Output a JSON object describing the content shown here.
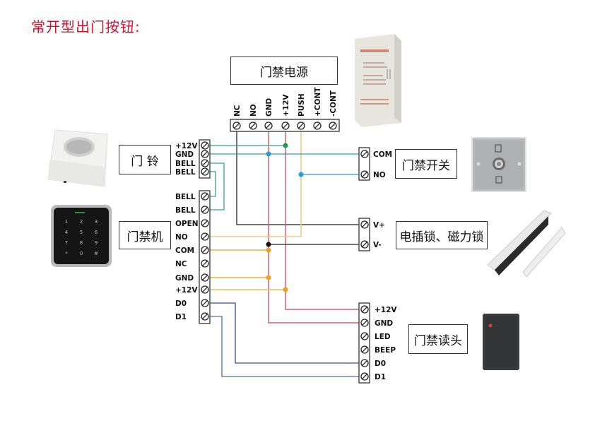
{
  "title": "常开型出门按钮:",
  "devices": {
    "power_supply": {
      "label": "门禁电源",
      "terminals": [
        "NC",
        "NO",
        "GND",
        "+12V",
        "PUSH",
        "+CONT",
        "-CONT"
      ]
    },
    "doorbell": {
      "label": "门 铃",
      "terminals": [
        "+12V",
        "GND",
        "BELL",
        "BELL"
      ]
    },
    "controller": {
      "label": "门禁机",
      "terminals": [
        "BELL",
        "BELL",
        "OPEN",
        "NO",
        "COM",
        "NC",
        "GND",
        "+12V",
        "D0",
        "D1"
      ]
    },
    "exit_button": {
      "label": "门禁开关",
      "terminals": [
        "COM",
        "NO"
      ]
    },
    "lock": {
      "label": "电插锁、磁力锁",
      "terminals": [
        "V+",
        "V-"
      ]
    },
    "reader": {
      "label": "门禁读头",
      "terminals": [
        "+12V",
        "GND",
        "LED",
        "BEEP",
        "D0",
        "D1"
      ]
    }
  },
  "keypad": {
    "keys": [
      "1",
      "2",
      "3",
      "4",
      "5",
      "6",
      "7",
      "8",
      "9",
      "*",
      "0",
      "#"
    ]
  },
  "colors": {
    "title": "#d2112e",
    "wire_green": "#3aa57a",
    "wire_dark_green": "#1f9a50",
    "wire_blue": "#2a9ad8",
    "wire_red": "#d9606e",
    "wire_yellow": "#efc98a",
    "wire_orange": "#f0a020",
    "wire_black": "#222222",
    "wire_navy": "#2e4f8f"
  }
}
